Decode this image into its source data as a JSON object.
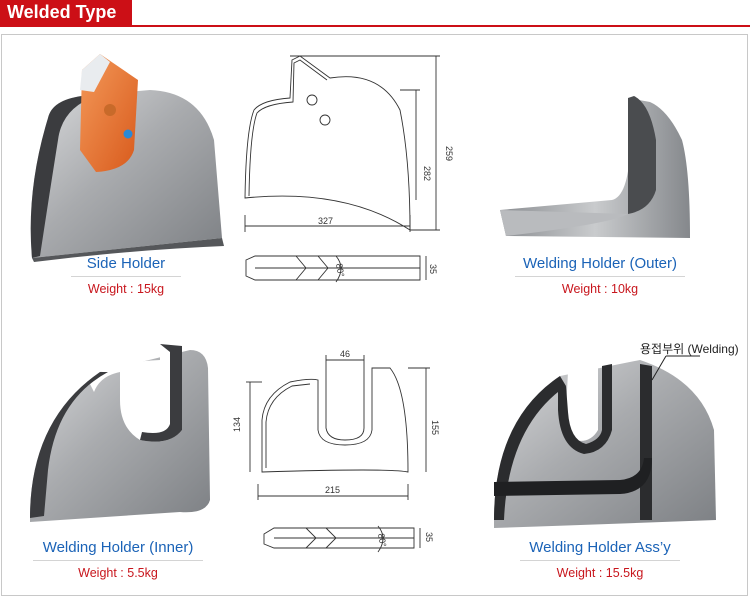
{
  "header": {
    "title": "Welded Type"
  },
  "colors": {
    "accent": "#cc0f16",
    "name_blue": "#1b63b7",
    "weight_red": "#c8161d"
  },
  "products": [
    {
      "name": "Side Holder",
      "weight": "Weight : 15kg"
    },
    {
      "name": "Welding Holder (Outer)",
      "weight": "Weight : 10kg"
    },
    {
      "name": "Welding Holder (Inner)",
      "weight": "Weight : 5.5kg"
    },
    {
      "name": "Welding Holder Ass’y",
      "weight": "Weight : 15.5kg"
    }
  ],
  "drawings": {
    "side": {
      "width": "327",
      "height_outer": "259",
      "height_inner": "282",
      "thickness": "35",
      "angle": "80°"
    },
    "inner": {
      "slot": "46",
      "width": "215",
      "height_left": "134",
      "height_right": "155",
      "thickness": "35",
      "angle": "80°"
    }
  },
  "callout": {
    "welding_label": "용접부위 (Welding)"
  }
}
